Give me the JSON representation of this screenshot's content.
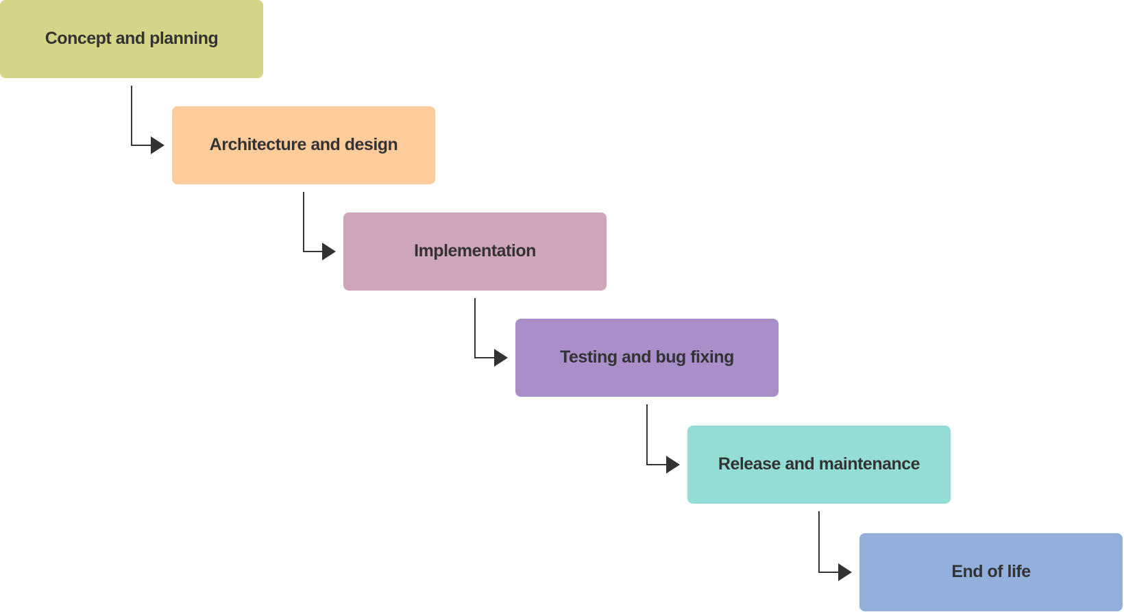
{
  "diagram": {
    "type": "waterfall-process",
    "text_color": "#333333",
    "connector_color": "#333333",
    "stages": [
      {
        "label": "Concept and planning",
        "color": "#D6D486"
      },
      {
        "label": "Architecture and design",
        "color": "#FECC9A"
      },
      {
        "label": "Implementation",
        "color": "#CEA5BB"
      },
      {
        "label": "Testing and bug fixing",
        "color": "#A98ECA"
      },
      {
        "label": "Release and maintenance",
        "color": "#93DDD6"
      },
      {
        "label": "End of life",
        "color": "#93AFDB"
      }
    ],
    "connections": [
      {
        "from": 0,
        "to": 1
      },
      {
        "from": 1,
        "to": 2
      },
      {
        "from": 2,
        "to": 3
      },
      {
        "from": 3,
        "to": 4
      },
      {
        "from": 4,
        "to": 5
      }
    ]
  }
}
